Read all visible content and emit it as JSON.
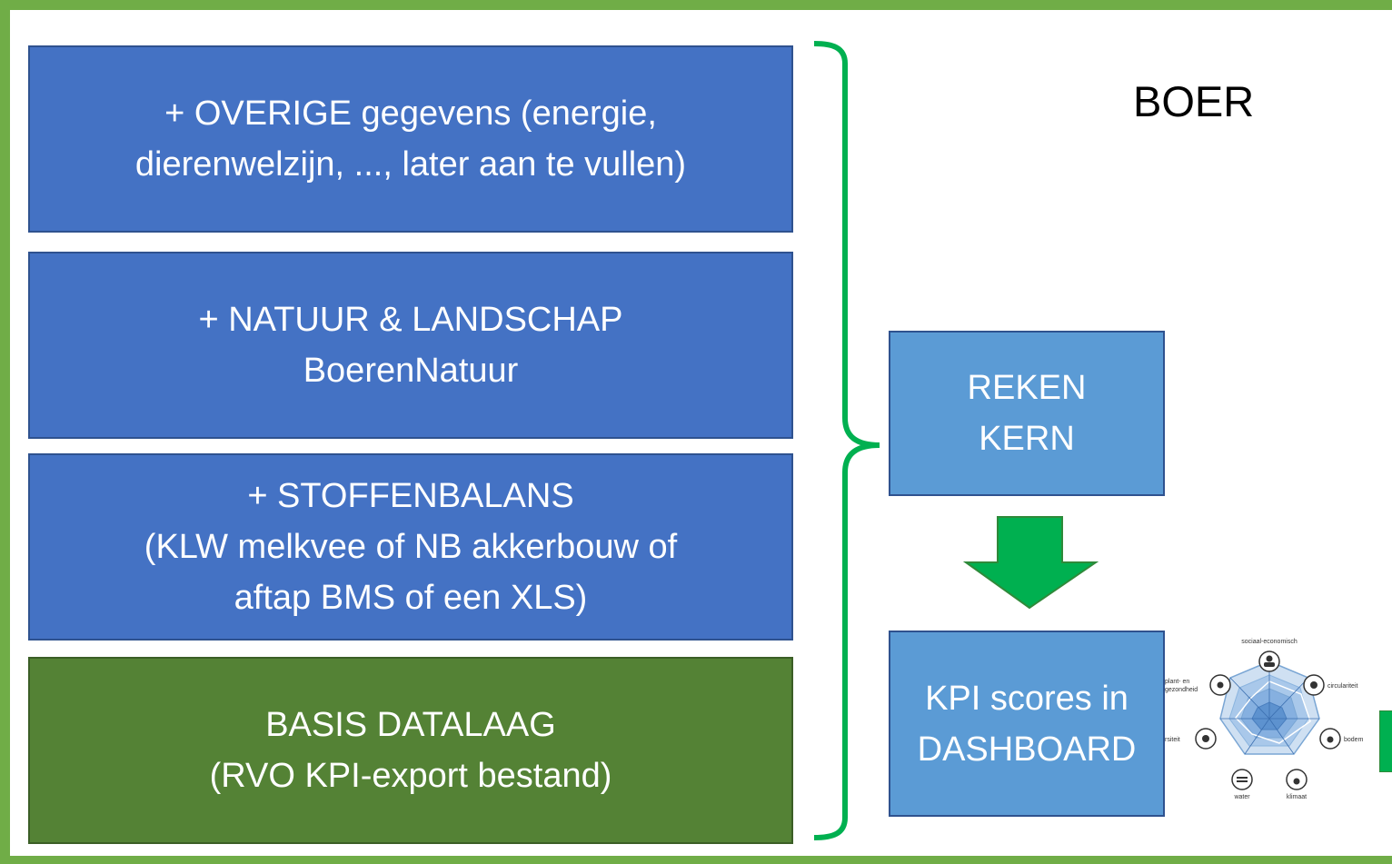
{
  "layers": [
    {
      "line1": "+ OVERIGE gegevens (energie,",
      "line2": "dierenwelzijn, ..., later aan te vullen)",
      "line3": ""
    },
    {
      "line1": "+ NATUUR & LANDSCHAP",
      "line2": "BoerenNatuur",
      "line3": ""
    },
    {
      "line1": "+ STOFFENBALANS",
      "line2": "(KLW melkvee of NB akkerbouw of",
      "line3": "aftap BMS of een XLS)"
    },
    {
      "line1": "BASIS DATALAAG",
      "line2": "(RVO KPI-export bestand)",
      "line3": ""
    }
  ],
  "actor": "BOER",
  "rekenkern": {
    "line1": "REKEN",
    "line2": "KERN"
  },
  "dashboard": {
    "line1": "KPI scores in",
    "line2": "DASHBOARD"
  },
  "radar_labels": {
    "top": "sociaal-economisch",
    "right_top": "circulariteit",
    "right": "bodem",
    "bottom_right": "klimaat",
    "bottom_left": "water",
    "left": "rsiteit",
    "left_top_1": "plant- en",
    "left_top_2": "gezondheid"
  },
  "colors": {
    "frame": "#70ad47",
    "layer_blue": "#4472c4",
    "layer_green": "#548235",
    "process_box": "#5b9bd5",
    "brace": "#00b050",
    "arrow": "#00b050"
  }
}
